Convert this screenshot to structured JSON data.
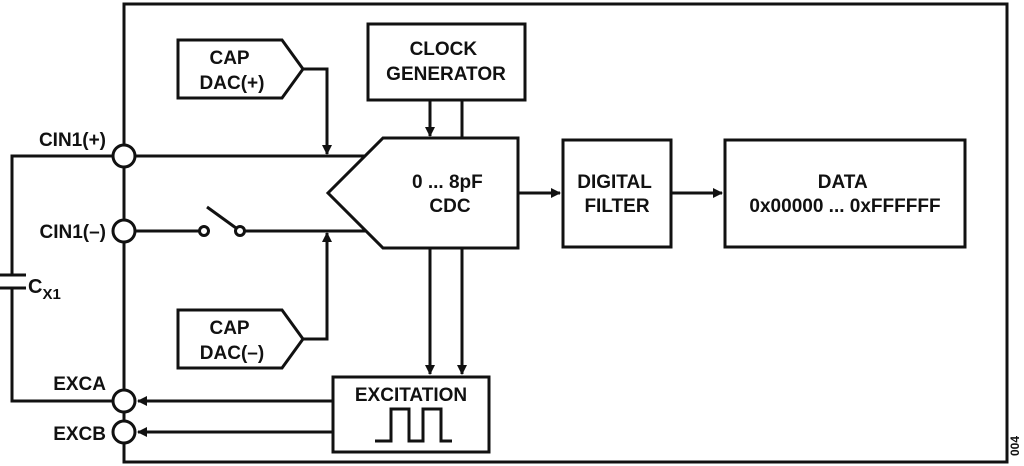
{
  "blocks": {
    "cap_dac_pos": [
      "CAP",
      "DAC(+)"
    ],
    "cap_dac_neg": [
      "CAP",
      "DAC(–)"
    ],
    "clock_generator": [
      "CLOCK",
      "GENERATOR"
    ],
    "cdc": [
      "0 ... 8pF",
      "CDC"
    ],
    "digital_filter": [
      "DIGITAL",
      "FILTER"
    ],
    "data": [
      "DATA",
      "0x00000 ... 0xFFFFFF"
    ],
    "excitation": "EXCITATION"
  },
  "pins": {
    "cin1_pos": "CIN1(+)",
    "cin1_neg": "CIN1(–)",
    "exca": "EXCA",
    "excb": "EXCB"
  },
  "capacitor": {
    "main": "C",
    "sub": "X1"
  },
  "figure_id": "004",
  "colors": {
    "line": "#111111",
    "background": "#ffffff"
  }
}
